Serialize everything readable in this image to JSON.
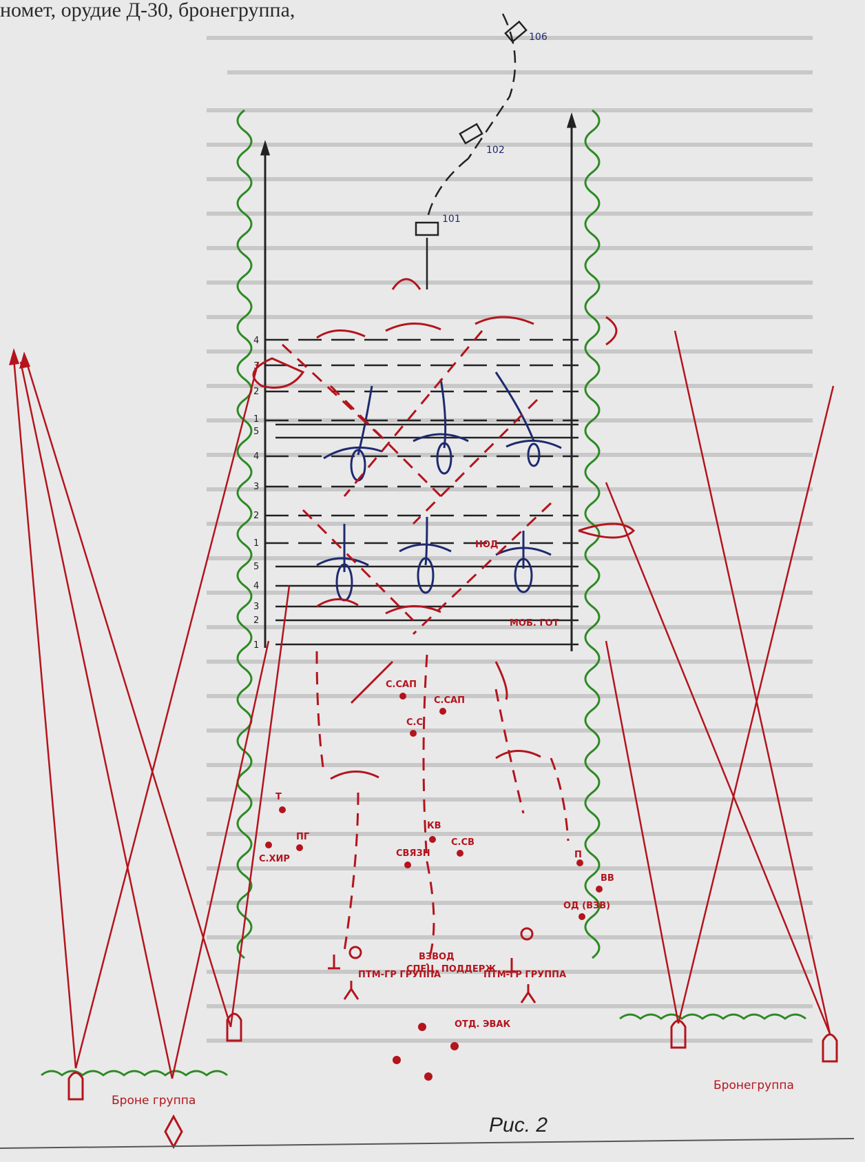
{
  "header_text": "номет, орудие Д-30, бронегруппа,",
  "caption": "Рис. 2",
  "armor_group_left": "Броне группа",
  "armor_group_right": "Бронегруппа",
  "posts": [
    {
      "id": "post-106",
      "label": "106"
    },
    {
      "id": "post-102",
      "label": "102"
    },
    {
      "id": "post-101",
      "label": "101"
    }
  ],
  "row_numbers_top": [
    "4",
    "3",
    "2",
    "1",
    "5",
    "4",
    "3",
    "2",
    "1",
    "5",
    "4",
    "3",
    "2",
    "1"
  ],
  "points": [
    {
      "label": "С.САП"
    },
    {
      "label": "С.САП"
    },
    {
      "label": "С.С"
    },
    {
      "label": "Т"
    },
    {
      "label": "ПГ"
    },
    {
      "label": "С.ХИР"
    },
    {
      "label": "КВ"
    },
    {
      "label": "СВЯЗН"
    },
    {
      "label": "С.СВ"
    },
    {
      "label": "П"
    },
    {
      "label": "ВВ"
    },
    {
      "label": "ОД (ВЗВ)"
    },
    {
      "label": "ВЗВОД"
    },
    {
      "label": "СПЕЦ. ПОДДЕРЖ"
    },
    {
      "label": "ОТД. ЭВАК"
    }
  ],
  "group_labels": {
    "left_pt_group": "ПТМ-ГР ГРУППА",
    "right_pt_group": "ПТМ-ГР ГРУППА",
    "label_nod": "НОД",
    "label_mob": "МОБ. ГОТ"
  },
  "colors": {
    "red_ink": "#b4141c",
    "green_ink": "#2e8a24",
    "blue_ink": "#1e2a6e",
    "paper": "#e9e9ea"
  }
}
